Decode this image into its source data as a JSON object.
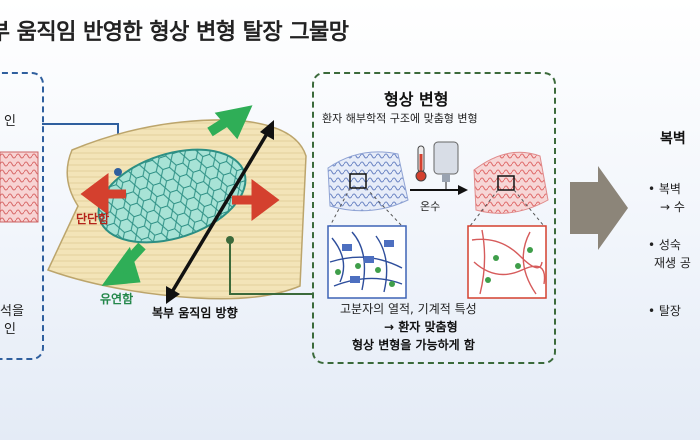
{
  "title": "복부 움직임 반영한 형상 변형 탈장 그물망",
  "left_panel": {
    "line1": "인",
    "line2": "석을",
    "line3": "인"
  },
  "mesh_labels": {
    "stiff": "단단함",
    "flexible": "유연함",
    "motion_direction": "복부 움직임 방향"
  },
  "shape_deform": {
    "heading": "형상 변형",
    "subtitle": "환자 해부학적 구조에 맞춤형 변형",
    "temp_label": "온수",
    "footer_line1": "고분자의 열적, 기계적 특성",
    "footer_line2": "→ 환자 맞춤형",
    "footer_line3": "형상 변형을 가능하게 함"
  },
  "right_panel": {
    "heading": "복벽",
    "bullet1_a": "• 복벽",
    "bullet1_b": "→ 수",
    "bullet2_a": "• 성숙",
    "bullet2_b": "재생 공",
    "bullet3": "• 탈장"
  },
  "colors": {
    "accent_blue": "#2f5f9e",
    "accent_green": "#3b6a3b",
    "arrow_red": "#d4402e",
    "arrow_green": "#2fae57",
    "mesh_teal": "#58c7b3"
  }
}
